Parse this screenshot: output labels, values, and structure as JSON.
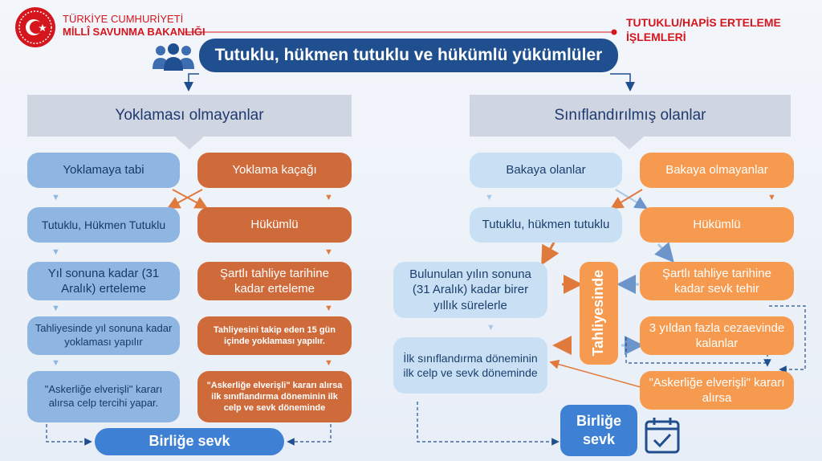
{
  "org": {
    "line1": "TÜRKİYE CUMHURİYETİ",
    "line2": "MİLLÎ SAVUNMA BAKANLIĞI"
  },
  "topic": {
    "line1": "TUTUKLU/HAPİS ERTELEME",
    "line2": "İŞLEMLERİ"
  },
  "main_title": "Tutuklu, hükmen tutuklu ve hükümlü yükümlüler",
  "left": {
    "header": "Yoklaması olmayanlar",
    "col1": [
      "Yoklamaya tabi",
      "Tutuklu, Hükmen Tutuklu",
      "Yıl sonuna kadar (31 Aralık) erteleme",
      "Tahliyesinde yıl sonuna kadar yoklaması yapılır",
      "\"Askerliğe elverişli\" kararı alırsa celp tercihi yapar."
    ],
    "col2": [
      "Yoklama kaçağı",
      "Hükümlü",
      "Şartlı tahliye tarihine kadar erteleme",
      "Tahliyesini takip eden 15 gün içinde yoklaması yapılır.",
      "\"Askerliğe elverişli\" kararı alırsa ilk sınıflandırma döneminin ilk celp ve sevk döneminde"
    ],
    "final": "Birliğe sevk"
  },
  "right": {
    "header": "Sınıflandırılmış olanlar",
    "col1": [
      "Bakaya olanlar",
      "Tutuklu, hükmen tutuklu"
    ],
    "col2": [
      "Bakaya olmayanlar",
      "Hükümlü",
      "Şartlı tahliye tarihine kadar sevk tehir",
      "3 yıldan fazla cezaevinde kalanlar",
      "\"Askerliğe elverişli\" kararı alırsa"
    ],
    "mid": [
      "Bulunulan yılın sonuna (31 Aralık) kadar birer yıllık sürelerle",
      "İlk sınıflandırma döneminin ilk celp ve sevk döneminde"
    ],
    "vertical": "Tahliyesinde",
    "final": "Birliğe sevk"
  },
  "icons": [
    "emblem-icon",
    "people-icon",
    "calendar-check-icon"
  ],
  "colors": {
    "dark_blue": "#1f4f8f",
    "light_blue": "#a7c8e8",
    "orange": "#cf6a3a",
    "light_orange": "#f59a4f",
    "red": "#d5161d"
  }
}
